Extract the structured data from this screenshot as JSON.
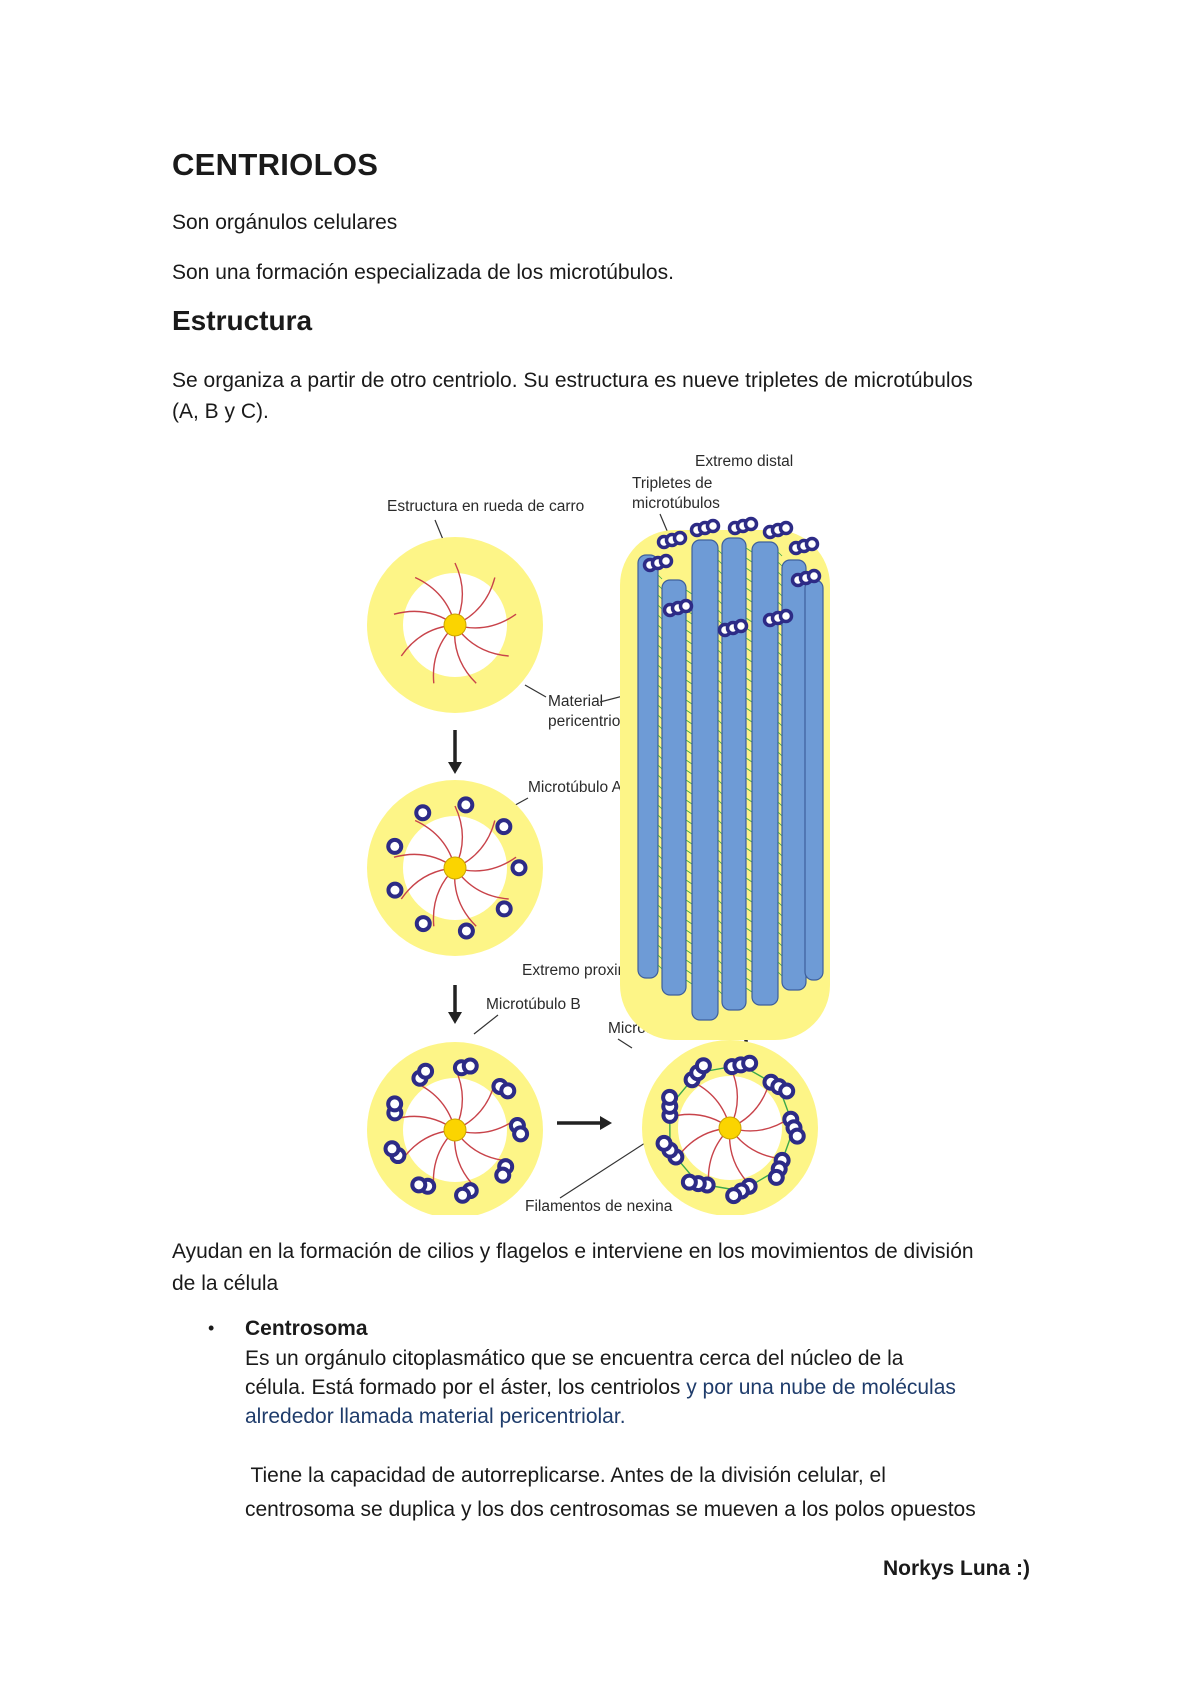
{
  "title": "CENTRIOLOS",
  "intro": [
    "Son orgánulos celulares",
    "Son una formación especializada de los microtúbulos."
  ],
  "section_heading": "Estructura",
  "structure_text": [
    "Se organiza a partir de otro centriolo. Su estructura es nueve tripletes de microtúbulos",
    "(A, B y C)."
  ],
  "figure": {
    "labels": {
      "distal": "Extremo distal",
      "triplets_1": "Tripletes de",
      "triplets_2": "microtúbulos",
      "cartwheel": "Estructura en rueda de carro",
      "material_1": "Material",
      "material_2": "pericentriolar",
      "tubule_a": "Microtúbulo A",
      "proximal": "Extremo proximal",
      "tubule_b": "Microtúbulo B",
      "tubule_c": "Microtúbulo C",
      "nexin": "Filamentos de nexina"
    },
    "colors": {
      "ring": "#fdf587",
      "hub": "#fbd400",
      "spokes": "#c8434a",
      "tubule": "#2d2b86",
      "cylinder": "#6e9bd6",
      "nexin": "#3aa84a"
    }
  },
  "function_text": [
    "Ayudan en la formación de cilios y flagelos e interviene en los movimientos de división",
    "de la célula"
  ],
  "centrosome": {
    "bullet": "•",
    "heading": "Centrosoma",
    "line1": "Es un orgánulo citoplasmático que se encuentra cerca del núcleo de la",
    "line2_a": "célula. Está formado por el áster, los centriolos ",
    "line2_b": "y por una nube de moléculas",
    "line3": "alrededor llamada material pericentriolar.",
    "para2_line1": " Tiene la capacidad de autorreplicarse. Antes de la división celular, el",
    "para2_line2": "centrosoma se duplica y los dos centrosomas se mueven a los polos opuestos"
  },
  "author": "Norkys Luna :)"
}
